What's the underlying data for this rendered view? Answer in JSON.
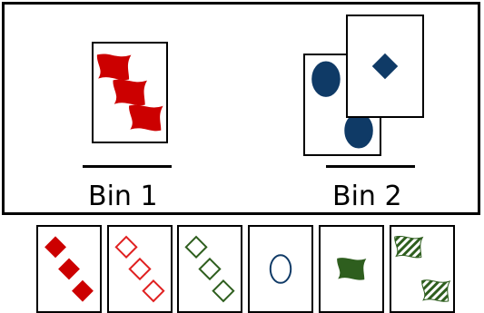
{
  "bins": [
    {
      "label": "Bin 1",
      "cards": [
        {
          "count": 3,
          "shape": "squiggle",
          "fill": "solid",
          "color": "#cc0000"
        }
      ]
    },
    {
      "label": "Bin 2",
      "cards": [
        {
          "count": 2,
          "shape": "oval",
          "fill": "solid",
          "color": "#0f3a66"
        },
        {
          "count": 1,
          "shape": "diamond",
          "fill": "solid",
          "color": "#0f3a66"
        }
      ]
    }
  ],
  "hand": [
    {
      "count": 3,
      "shape": "diamond",
      "fill": "solid",
      "color": "#cc0000"
    },
    {
      "count": 3,
      "shape": "diamond",
      "fill": "outline",
      "color": "#e02020"
    },
    {
      "count": 3,
      "shape": "diamond",
      "fill": "outline",
      "color": "#2e5e1e"
    },
    {
      "count": 1,
      "shape": "oval",
      "fill": "outline",
      "color": "#0f3a66"
    },
    {
      "count": 1,
      "shape": "squiggle",
      "fill": "solid",
      "color": "#2e5e1e"
    },
    {
      "count": 2,
      "shape": "squiggle",
      "fill": "striped",
      "color": "#2e5e1e"
    }
  ]
}
